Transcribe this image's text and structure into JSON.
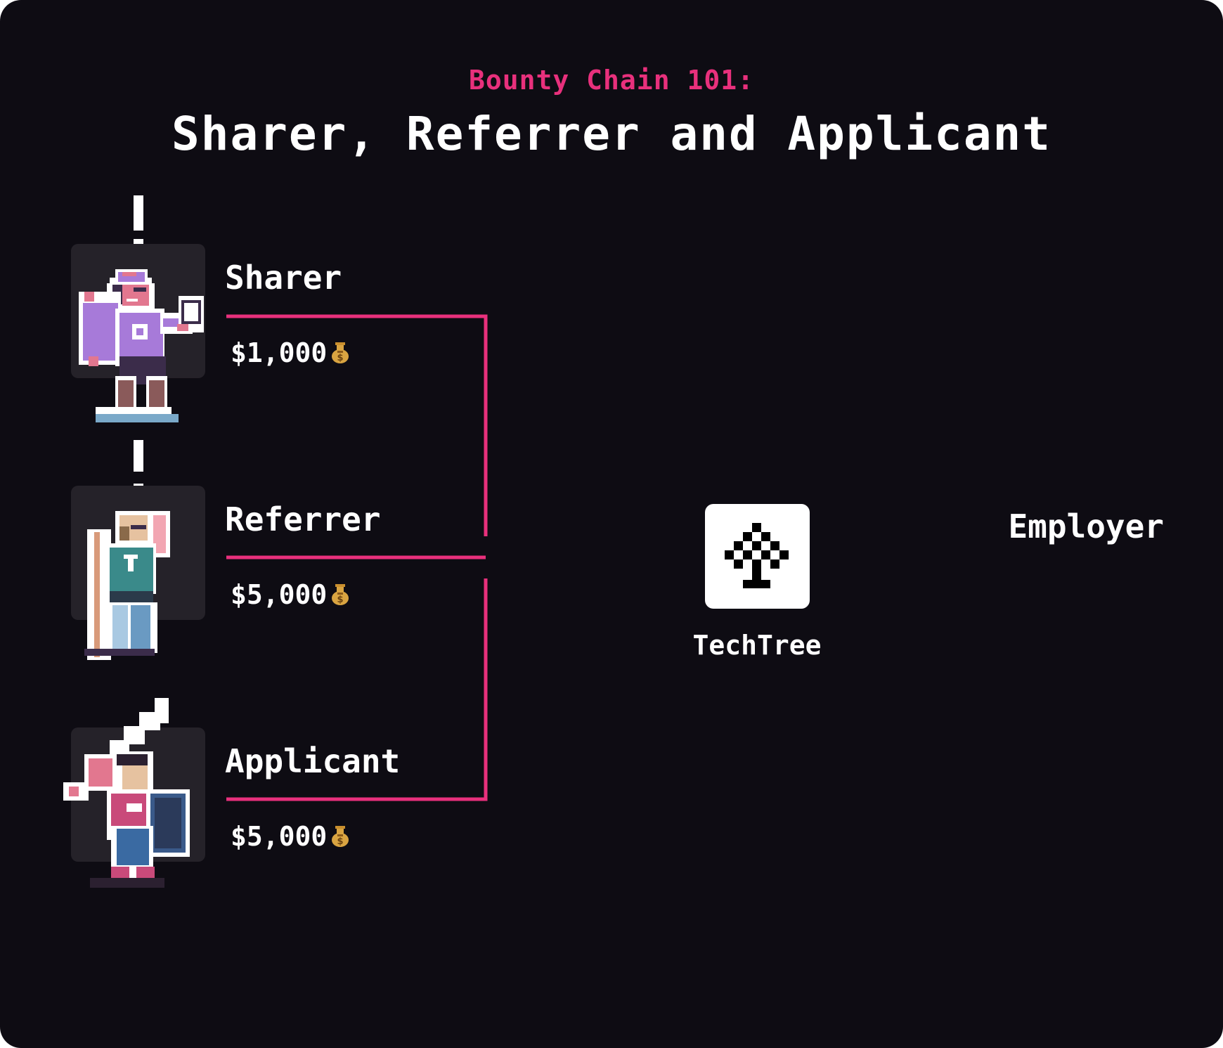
{
  "title": {
    "kicker": "Bounty Chain 101:",
    "main": "Sharer, Referrer and Applicant"
  },
  "roles": [
    {
      "label": "Sharer",
      "amount": "$1,000"
    },
    {
      "label": "Referrer",
      "amount": "$5,000"
    },
    {
      "label": "Applicant",
      "amount": "$5,000"
    }
  ],
  "hub": {
    "label": "TechTree",
    "icon": "pixel-tree-icon"
  },
  "target": {
    "label": "Employer"
  },
  "amount_icon": "money-bag-icon",
  "colors": {
    "background": "#0e0c13",
    "accent": "#e8307c",
    "text": "#ffffff",
    "panel": "#252229"
  }
}
